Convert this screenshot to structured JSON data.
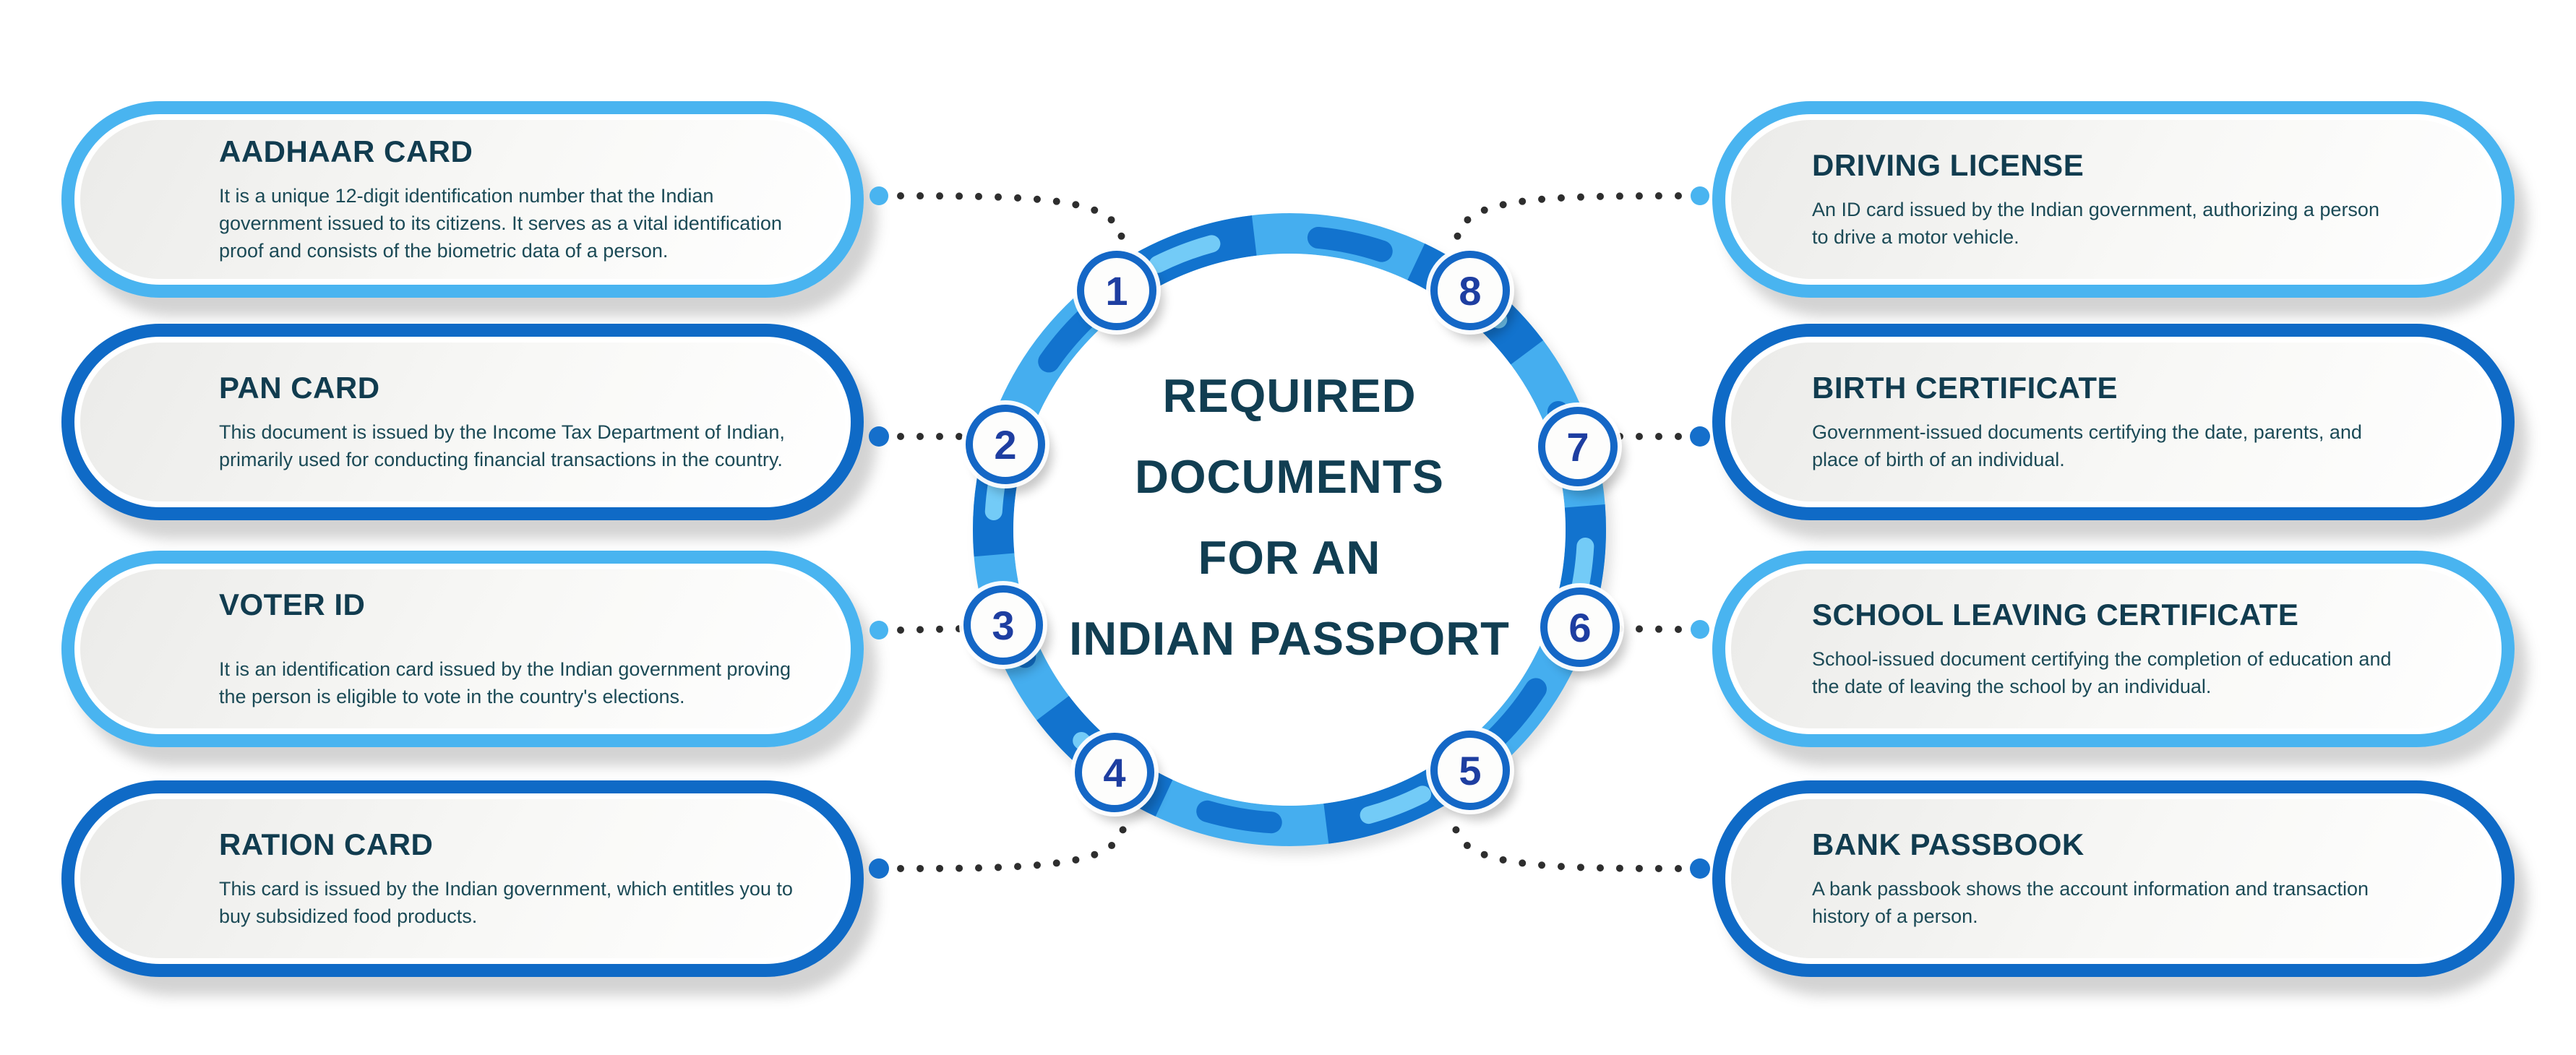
{
  "center_title": {
    "line1": "REQUIRED",
    "line2": "DOCUMENTS",
    "line3": "FOR AN",
    "line4": "INDIAN PASSPORT"
  },
  "items": [
    {
      "number": "1",
      "name": "AADHAAR CARD",
      "description": "It is a unique 12-digit identification number that the Indian government issued to its citizens. It serves as a vital identification proof and consists of the biometric data of a person.",
      "side": "left",
      "accent": "sky"
    },
    {
      "number": "2",
      "name": "PAN CARD",
      "description": "This document is issued by the Income Tax Department of Indian, primarily used for conducting financial transactions in the country.",
      "side": "left",
      "accent": "blue"
    },
    {
      "number": "3",
      "name": "VOTER ID",
      "description": "It is an identification card issued by the Indian government proving the person is eligible to vote in the country's elections.",
      "side": "left",
      "accent": "sky"
    },
    {
      "number": "4",
      "name": "RATION CARD",
      "description": "This card is issued by the Indian government, which entitles you to buy subsidized food products.",
      "side": "left",
      "accent": "blue"
    },
    {
      "number": "5",
      "name": "BANK PASSBOOK",
      "description": "A bank passbook shows the account information and transaction history of a person.",
      "side": "right",
      "accent": "blue"
    },
    {
      "number": "6",
      "name": "SCHOOL LEAVING CERTIFICATE",
      "description": "School-issued document certifying the completion of education and the date of leaving the school by an individual.",
      "side": "right",
      "accent": "sky"
    },
    {
      "number": "7",
      "name": "BIRTH CERTIFICATE",
      "description": "Government-issued documents certifying the date, parents, and place of birth of an individual.",
      "side": "right",
      "accent": "blue"
    },
    {
      "number": "8",
      "name": "DRIVING LICENSE",
      "description": "An ID card issued by the Indian government, authorizing a person to drive a motor vehicle.",
      "side": "right",
      "accent": "sky"
    }
  ],
  "colors": {
    "sky_accent": "#49B4F0",
    "blue_accent": "#0F6AC6",
    "ring_sky": "#45AEEF",
    "ring_dark": "#1273CE",
    "ring_light_capsule": "#73CBF7",
    "badge_border": "#1467C6",
    "number_text": "#1E3EA1",
    "heading_text": "#113C4F",
    "body_text": "#1B4A56",
    "center_title_text": "#113E52",
    "connector_dot": "#2E2E2E"
  }
}
